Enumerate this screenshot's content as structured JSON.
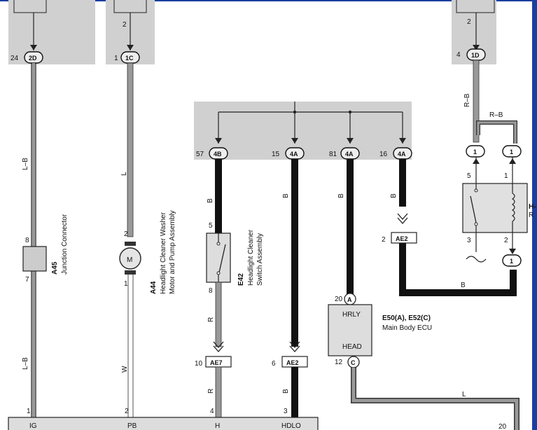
{
  "top_connectors": [
    {
      "pin": "24",
      "code": "2D"
    },
    {
      "pin": "1",
      "code": "1C"
    },
    {
      "pin": "4",
      "code": "1D"
    }
  ],
  "top_pins": {
    "left2": "2",
    "right2": "2"
  },
  "jb_connectors": [
    {
      "pin": "57",
      "code": "4B"
    },
    {
      "pin": "15",
      "code": "4A"
    },
    {
      "pin": "81",
      "code": "4A"
    },
    {
      "pin": "16",
      "code": "4A"
    }
  ],
  "wire_colors": {
    "lb1": "L–B",
    "lb2": "L–B",
    "l1": "L",
    "w1": "W",
    "b1": "B",
    "r1": "R",
    "r2": "R",
    "b2": "B",
    "b3": "B",
    "b4": "B",
    "b5": "B",
    "b6": "B",
    "rb1": "R–B",
    "rb2": "R–B",
    "l2": "L"
  },
  "components": {
    "a45": {
      "name": "A45",
      "desc": "Junction Connector",
      "pin_top": "8",
      "pin_bottom": "7"
    },
    "a44": {
      "name": "A44",
      "desc1": "Headlight Cleaner Washer",
      "desc2": "Motor and Pump Assembly",
      "motor": "M",
      "pin_top": "2",
      "pin_bottom": "1"
    },
    "e42": {
      "name": "E42",
      "desc1": "Headlight Cleaner",
      "desc2": "Switch Assembly",
      "pin_top": "5",
      "pin_bottom": "8"
    },
    "ecu": {
      "name": "E50(A), E52(C)",
      "desc": "Main Body ECU",
      "top_pin": "20",
      "top_code": "A",
      "label_top": "HRLY",
      "label_bottom": "HEAD",
      "bottom_pin": "12",
      "bottom_code": "C"
    },
    "relay": {
      "name": "H-",
      "name2": "R",
      "pin5": "5",
      "pin1": "1",
      "pin3": "3",
      "pin2": "2"
    }
  },
  "junctions": {
    "ae2a": {
      "pin": "2",
      "code": "AE2"
    },
    "ae7": {
      "pin": "10",
      "code": "AE7"
    },
    "ae2b": {
      "pin": "6",
      "code": "AE2"
    }
  },
  "small_connectors": {
    "c1": "1",
    "c2": "1",
    "c3": "1"
  },
  "bottom_bar": {
    "pins": [
      "1",
      "2",
      "4",
      "3"
    ],
    "labels": [
      "IG",
      "PB",
      "H",
      "HDLO"
    ],
    "right_partial": "20"
  }
}
